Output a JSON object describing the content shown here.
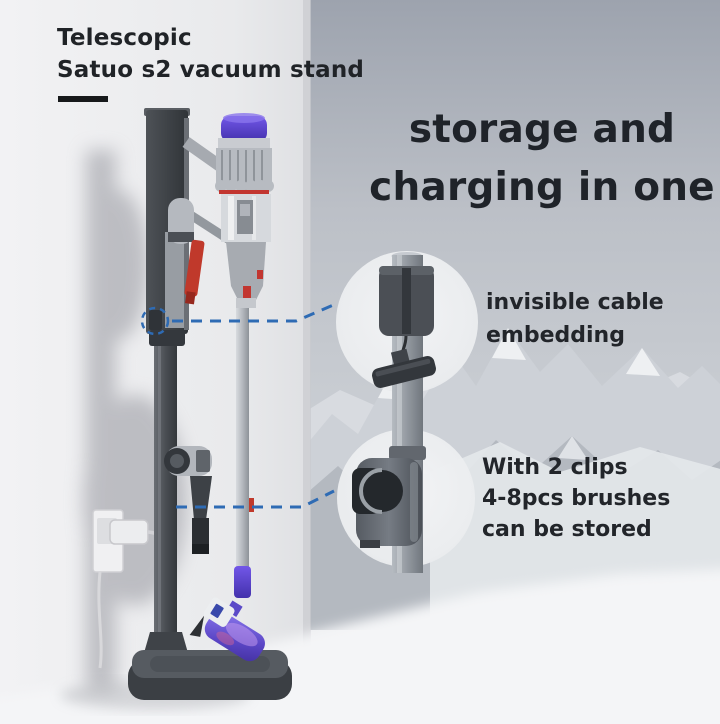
{
  "product_title": {
    "line1": "Telescopic",
    "line2": "Satuo s2 vacuum stand"
  },
  "headline": {
    "line1": "storage and",
    "line2": "charging in one"
  },
  "feature_callouts": [
    {
      "id": "invisible-cable",
      "line1": "invisible cable",
      "line2": "embedding"
    },
    {
      "id": "brush-clips",
      "line1": "With 2 clips",
      "line2": "4-8pcs brushes",
      "line3": "can be stored"
    }
  ],
  "colors": {
    "callout_dash_blue": "#2e6bb4",
    "vacuum_purple": "#5a42c8",
    "stand_dark_gray": "#3f4348",
    "text_dark": "#1f2226",
    "wall_white": "#efeff1",
    "sky_gray": "#a6abb4"
  }
}
